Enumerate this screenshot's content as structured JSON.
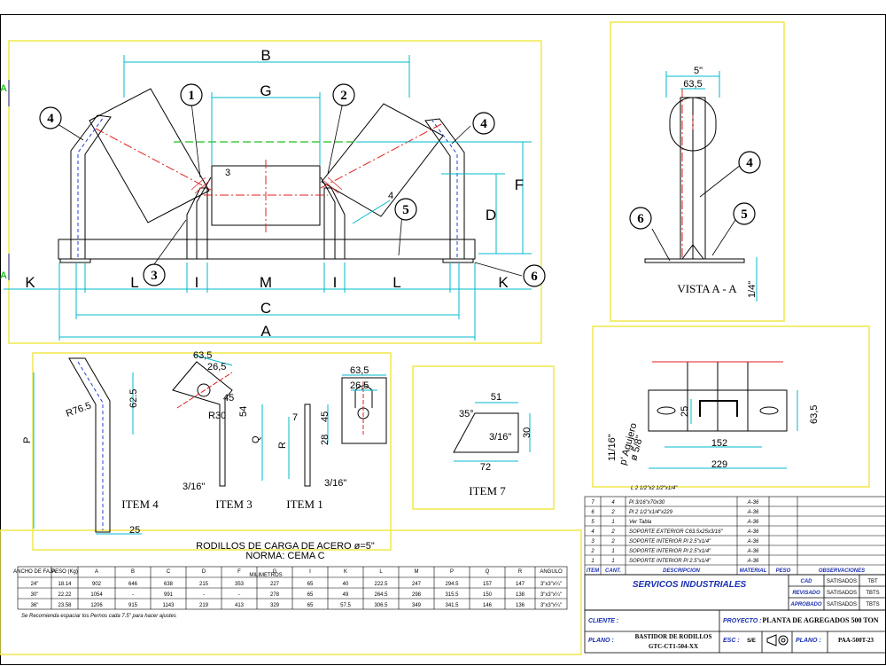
{
  "colors": {
    "frame": "#f0e84a",
    "dim": "#00b8cc",
    "center": "#e02020",
    "green": "#20c020",
    "blue": "#2020c0",
    "hidden": "#2040d0"
  },
  "balloons": [
    "1",
    "2",
    "3",
    "4",
    "4",
    "5",
    "6",
    "4",
    "6",
    "5"
  ],
  "main_dims": {
    "B": "B",
    "G": "G",
    "D": "D",
    "F": "F",
    "C": "C",
    "A": "A",
    "K": "K",
    "L": "L",
    "I": "I",
    "M": "M",
    "three": "3",
    "four": "4"
  },
  "vista": {
    "title": "VISTA A - A",
    "d1": "5\"",
    "d2": "63,5",
    "d3": "1/4\""
  },
  "item4": {
    "label": "ITEM 4",
    "r": "R76.5",
    "h": "62.5",
    "p": "P",
    "w": "25"
  },
  "item3": {
    "label": "ITEM 3",
    "w1": "63,5",
    "w2": "26,5",
    "r": "R30",
    "a": "45",
    "h": "54",
    "q": "Q",
    "t": "3/16\""
  },
  "item1": {
    "label": "ITEM 1",
    "w1": "63,5",
    "w2": "26,5",
    "r": "R",
    "s": "7",
    "h1": "45",
    "h2": "28",
    "t": "3/16\""
  },
  "item7": {
    "label": "ITEM 7",
    "top": "51",
    "ang": "35°",
    "frac": "3/16\"",
    "h": "30",
    "bot": "72"
  },
  "plate": {
    "h1": "25",
    "h2": "63,5",
    "w1": "152",
    "w2": "229",
    "note1": "11/16\"",
    "note2": "p' Agujero",
    "note3": "ø 5/8\"",
    "angle": "L 2 1/2\"x2 1/2\"x1/4\""
  },
  "load_table": {
    "title": "RODILLOS DE CARGA DE ACERO  ø=5\"",
    "subtitle": "NORMA: CEMA C",
    "headers": [
      "ANCHO DE FAJA",
      "PESO (Kg)",
      "A",
      "B",
      "C",
      "D",
      "F",
      "G",
      "I",
      "K",
      "L",
      "M",
      "P",
      "Q",
      "R",
      "ANGULO"
    ],
    "units": "MILIMETROS",
    "rows": [
      [
        "24\"",
        "18.14",
        "902",
        "646",
        "638",
        "215",
        "353",
        "227",
        "65",
        "40",
        "222.5",
        "247",
        "294.5",
        "157",
        "147",
        "3\"x3\"x¼\""
      ],
      [
        "30\"",
        "22.22",
        "1054",
        "-",
        "991",
        "-",
        "-",
        "278",
        "65",
        "49",
        "264.5",
        "298",
        "315.5",
        "150",
        "138",
        "3\"x3\"x¼\""
      ],
      [
        "36\"",
        "23.58",
        "1206",
        "915",
        "1143",
        "219",
        "413",
        "329",
        "65",
        "57.5",
        "306.5",
        "349",
        "341.5",
        "146",
        "136",
        "3\"x3\"x¼\""
      ]
    ],
    "note": "Se Recomienda espaciar los Pernos cada 7.5\" para hacer ajustes"
  },
  "bom": {
    "rows": [
      [
        "7",
        "4",
        "Pl 3/16\"x70x30",
        "A-36"
      ],
      [
        "6",
        "2",
        "Pl 2 1/2\"x1/4\"x229",
        "A-36"
      ],
      [
        "5",
        "1",
        "Ver Tabla",
        "A-36"
      ],
      [
        "4",
        "2",
        "SOPORTE EXTERIOR C63.5x25x3/16\"",
        "A-36"
      ],
      [
        "3",
        "2",
        "SOPORTE INTERIOR Pl 2.5\"x1/4\"",
        "A-36"
      ],
      [
        "2",
        "1",
        "SOPORTE INTERIOR Pl 2.5\"x1/4\"",
        "A-36"
      ],
      [
        "1",
        "1",
        "SOPORTE INTERIOR Pl 2.5\"x1/4\"",
        "A-36"
      ]
    ],
    "header": [
      "ITEM",
      "CANT.",
      "DESCRIPCION",
      "MATERIAL",
      "PESO",
      "OBSERVACIONES"
    ]
  },
  "title_block": {
    "company": "SERVICOS INDUSTRIALES",
    "cad": "CAD",
    "revisado": "REVISADO",
    "aprobado": "APROBADO",
    "cad_v": "SATISADOS",
    "rev_v": "SATISADOS",
    "apr_v": "SATISADOS",
    "cad_d": "TBT",
    "rev_d": "TBTS",
    "apr_d": "TBTS",
    "cliente": "CLIENTE :",
    "proyecto_l": "PROYECTO :",
    "proyecto": "PLANTA DE AGREGADOS 500 TON",
    "plano_l": "PLANO :",
    "plano1": "BASTIDOR DE RODILLOS",
    "plano2": "GTC-CT1-504-XX",
    "esc_l": "ESC :",
    "esc": "S/E",
    "plano2_l": "PLANO :",
    "plano_no": "PAA-500T-23"
  }
}
